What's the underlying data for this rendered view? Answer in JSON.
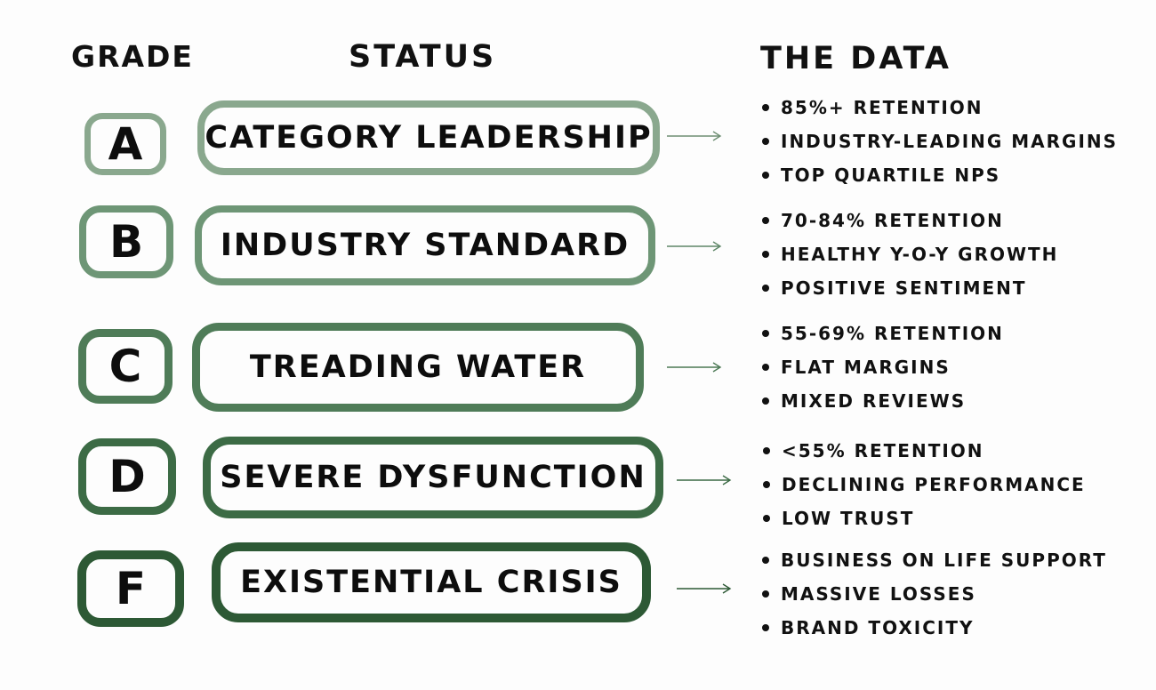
{
  "headers": {
    "grade": "GRADE",
    "status": "STATUS",
    "data": "THE DATA"
  },
  "rows": [
    {
      "grade": "A",
      "status": "CATEGORY LEADERSHIP",
      "color": "#8aa88e",
      "bullets": [
        "85%+ RETENTION",
        "INDUSTRY-LEADING MARGINS",
        "TOP QUARTILE NPS"
      ]
    },
    {
      "grade": "B",
      "status": "INDUSTRY STANDARD",
      "color": "#6e9676",
      "bullets": [
        "70-84% RETENTION",
        "HEALTHY Y-O-Y GROWTH",
        "POSITIVE SENTIMENT"
      ]
    },
    {
      "grade": "C",
      "status": "TREADING WATER",
      "color": "#4f7c58",
      "bullets": [
        "55-69% RETENTION",
        "FLAT MARGINS",
        "MIXED REVIEWS"
      ]
    },
    {
      "grade": "D",
      "status": "SEVERE DYSFUNCTION",
      "color": "#3c6b45",
      "bullets": [
        "<55% RETENTION",
        "DECLINING PERFORMANCE",
        "LOW TRUST"
      ]
    },
    {
      "grade": "F",
      "status": "EXISTENTIAL CRISIS",
      "color": "#2d5935",
      "bullets": [
        "BUSINESS ON LIFE SUPPORT",
        "MASSIVE LOSSES",
        "BRAND TOXICITY"
      ]
    }
  ]
}
